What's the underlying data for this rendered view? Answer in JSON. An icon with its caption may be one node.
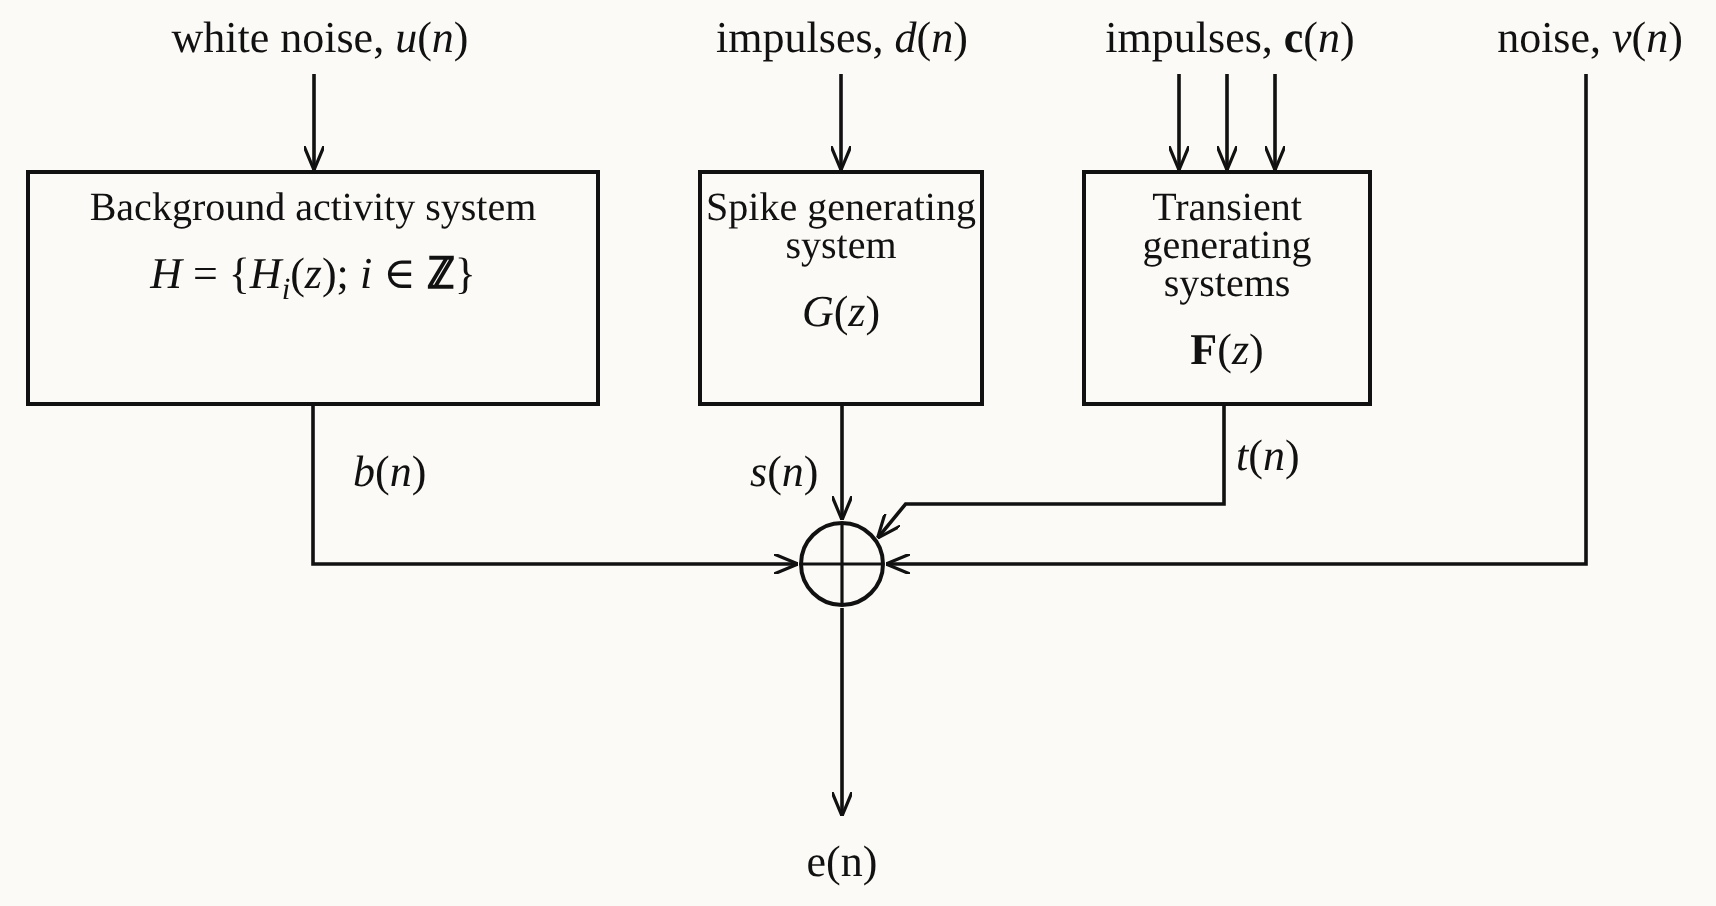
{
  "diagram": {
    "nodes": [
      {
        "text": [
          "white noise, *u*(*n*)"
        ]
      },
      {
        "text": [
          "impulses, *d*(*n*)"
        ]
      },
      {
        "text": [
          "impulses, **c**(*n*)"
        ]
      },
      {
        "text": [
          "noise, *v*(*n*)"
        ]
      },
      {
        "text": [
          "Background activity system",
          "*H* = {*H*$_{i}$(*z*); *i* ∈ **ℤ**}"
        ]
      },
      {
        "text": [
          "Spike generating system",
          "*G*(*z*)"
        ]
      },
      {
        "text": [
          "Transient generating systems",
          "**F**(*z*)"
        ]
      },
      {
        "text": [],
        "shape": "circle"
      },
      {
        "text": [
          "e(n)"
        ]
      }
    ],
    "edges": [
      {
        "from": 0,
        "to": 4,
        "arrow": "to"
      },
      {
        "from": 1,
        "to": 5,
        "arrow": "to"
      },
      {
        "from": 2,
        "to": 6,
        "arrow": "to"
      },
      {
        "from": 2,
        "to": 6,
        "arrow": "to"
      },
      {
        "from": 2,
        "to": 6,
        "arrow": "to"
      },
      {
        "from": 4,
        "to": 7,
        "arrow": "to",
        "label": "*b*(*n*)"
      },
      {
        "from": 5,
        "to": 7,
        "arrow": "to",
        "label": "*s*(*n*)"
      },
      {
        "from": 6,
        "to": 7,
        "arrow": "to",
        "label": "*t*(*n*)"
      },
      {
        "from": 3,
        "to": 7,
        "arrow": "to"
      },
      {
        "from": 7,
        "to": 8,
        "arrow": "to"
      }
    ]
  }
}
